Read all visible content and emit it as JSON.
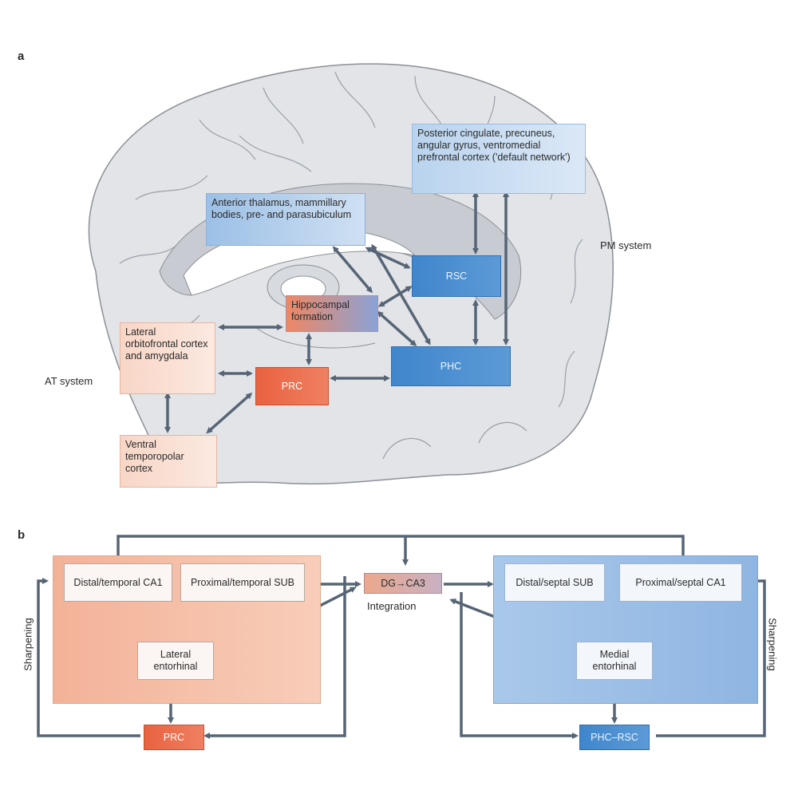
{
  "panel_a": {
    "label": "a",
    "boxes": {
      "default_network": "Posterior cingulate, precuneus, angular gyrus, ventromedial prefrontal cortex ('default network')",
      "anterior_thalamus": "Anterior thalamus, mammillary bodies, pre- and parasubiculum",
      "rsc": "RSC",
      "hippocampal_formation": "Hippocampal formation",
      "lateral_ofc": "Lateral orbitofrontal cortex and amygdala",
      "prc": "PRC",
      "phc": "PHC",
      "ventral_temporopolar": "Ventral temporopolar cortex"
    },
    "pm_system_label": "PM system",
    "at_system_label": "AT system"
  },
  "panel_b": {
    "label": "b",
    "boxes": {
      "distal_temporal_ca1": "Distal/temporal CA1",
      "proximal_temporal_sub": "Proximal/temporal SUB",
      "lateral_entorhinal": "Lateral entorhinal",
      "prc": "PRC",
      "dg_ca3": "DG→CA3",
      "distal_septal_sub": "Distal/septal SUB",
      "proximal_septal_ca1": "Proximal/septal CA1",
      "medial_entorhinal": "Medial entorhinal",
      "phc_rsc": "PHC–RSC"
    },
    "integration_label": "Integration",
    "sharpening_left": "Sharpening",
    "sharpening_right": "Sharpening"
  }
}
